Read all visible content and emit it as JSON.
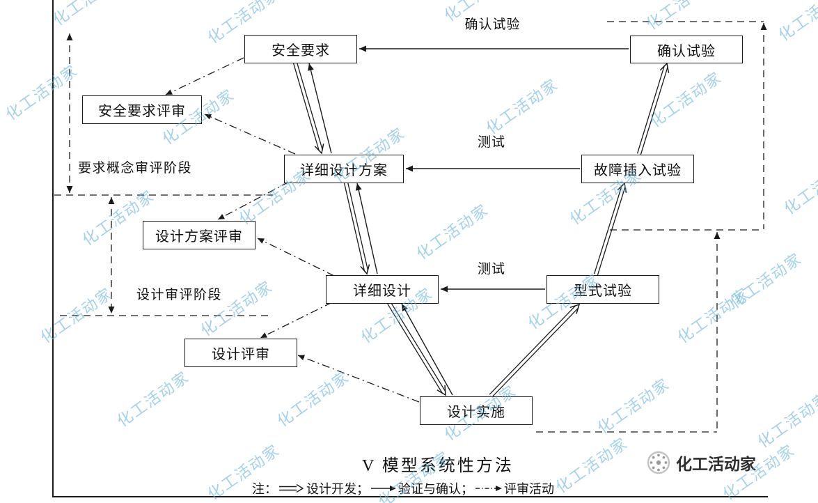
{
  "watermark": {
    "text": "化工活动家"
  },
  "nodes": {
    "safety_requirements": "安全要求",
    "confirmation_test": "确认试验",
    "detailed_design_scheme": "详细设计方案",
    "fault_insertion_test": "故障插入试验",
    "detailed_design": "详细设计",
    "type_test": "型式试验",
    "design_implementation": "设计实施",
    "safety_requirements_review": "安全要求评审",
    "design_scheme_review": "设计方案评审",
    "design_review": "设计评审"
  },
  "edge_labels": {
    "confirmation_test": "确认试验",
    "test_upper": "测试",
    "test_lower": "测试"
  },
  "stage_labels": {
    "requirements_concept_review_stage": "要求概念审评阶段",
    "design_review_stage": "设计审评阶段"
  },
  "title": "V 模型系统性方法",
  "legend": {
    "note_prefix": "注：",
    "design_development": "设计开发；",
    "verification_validation": "验证与确认；",
    "review_activity": "评审活动"
  },
  "logo": {
    "text": "化工活动家"
  }
}
